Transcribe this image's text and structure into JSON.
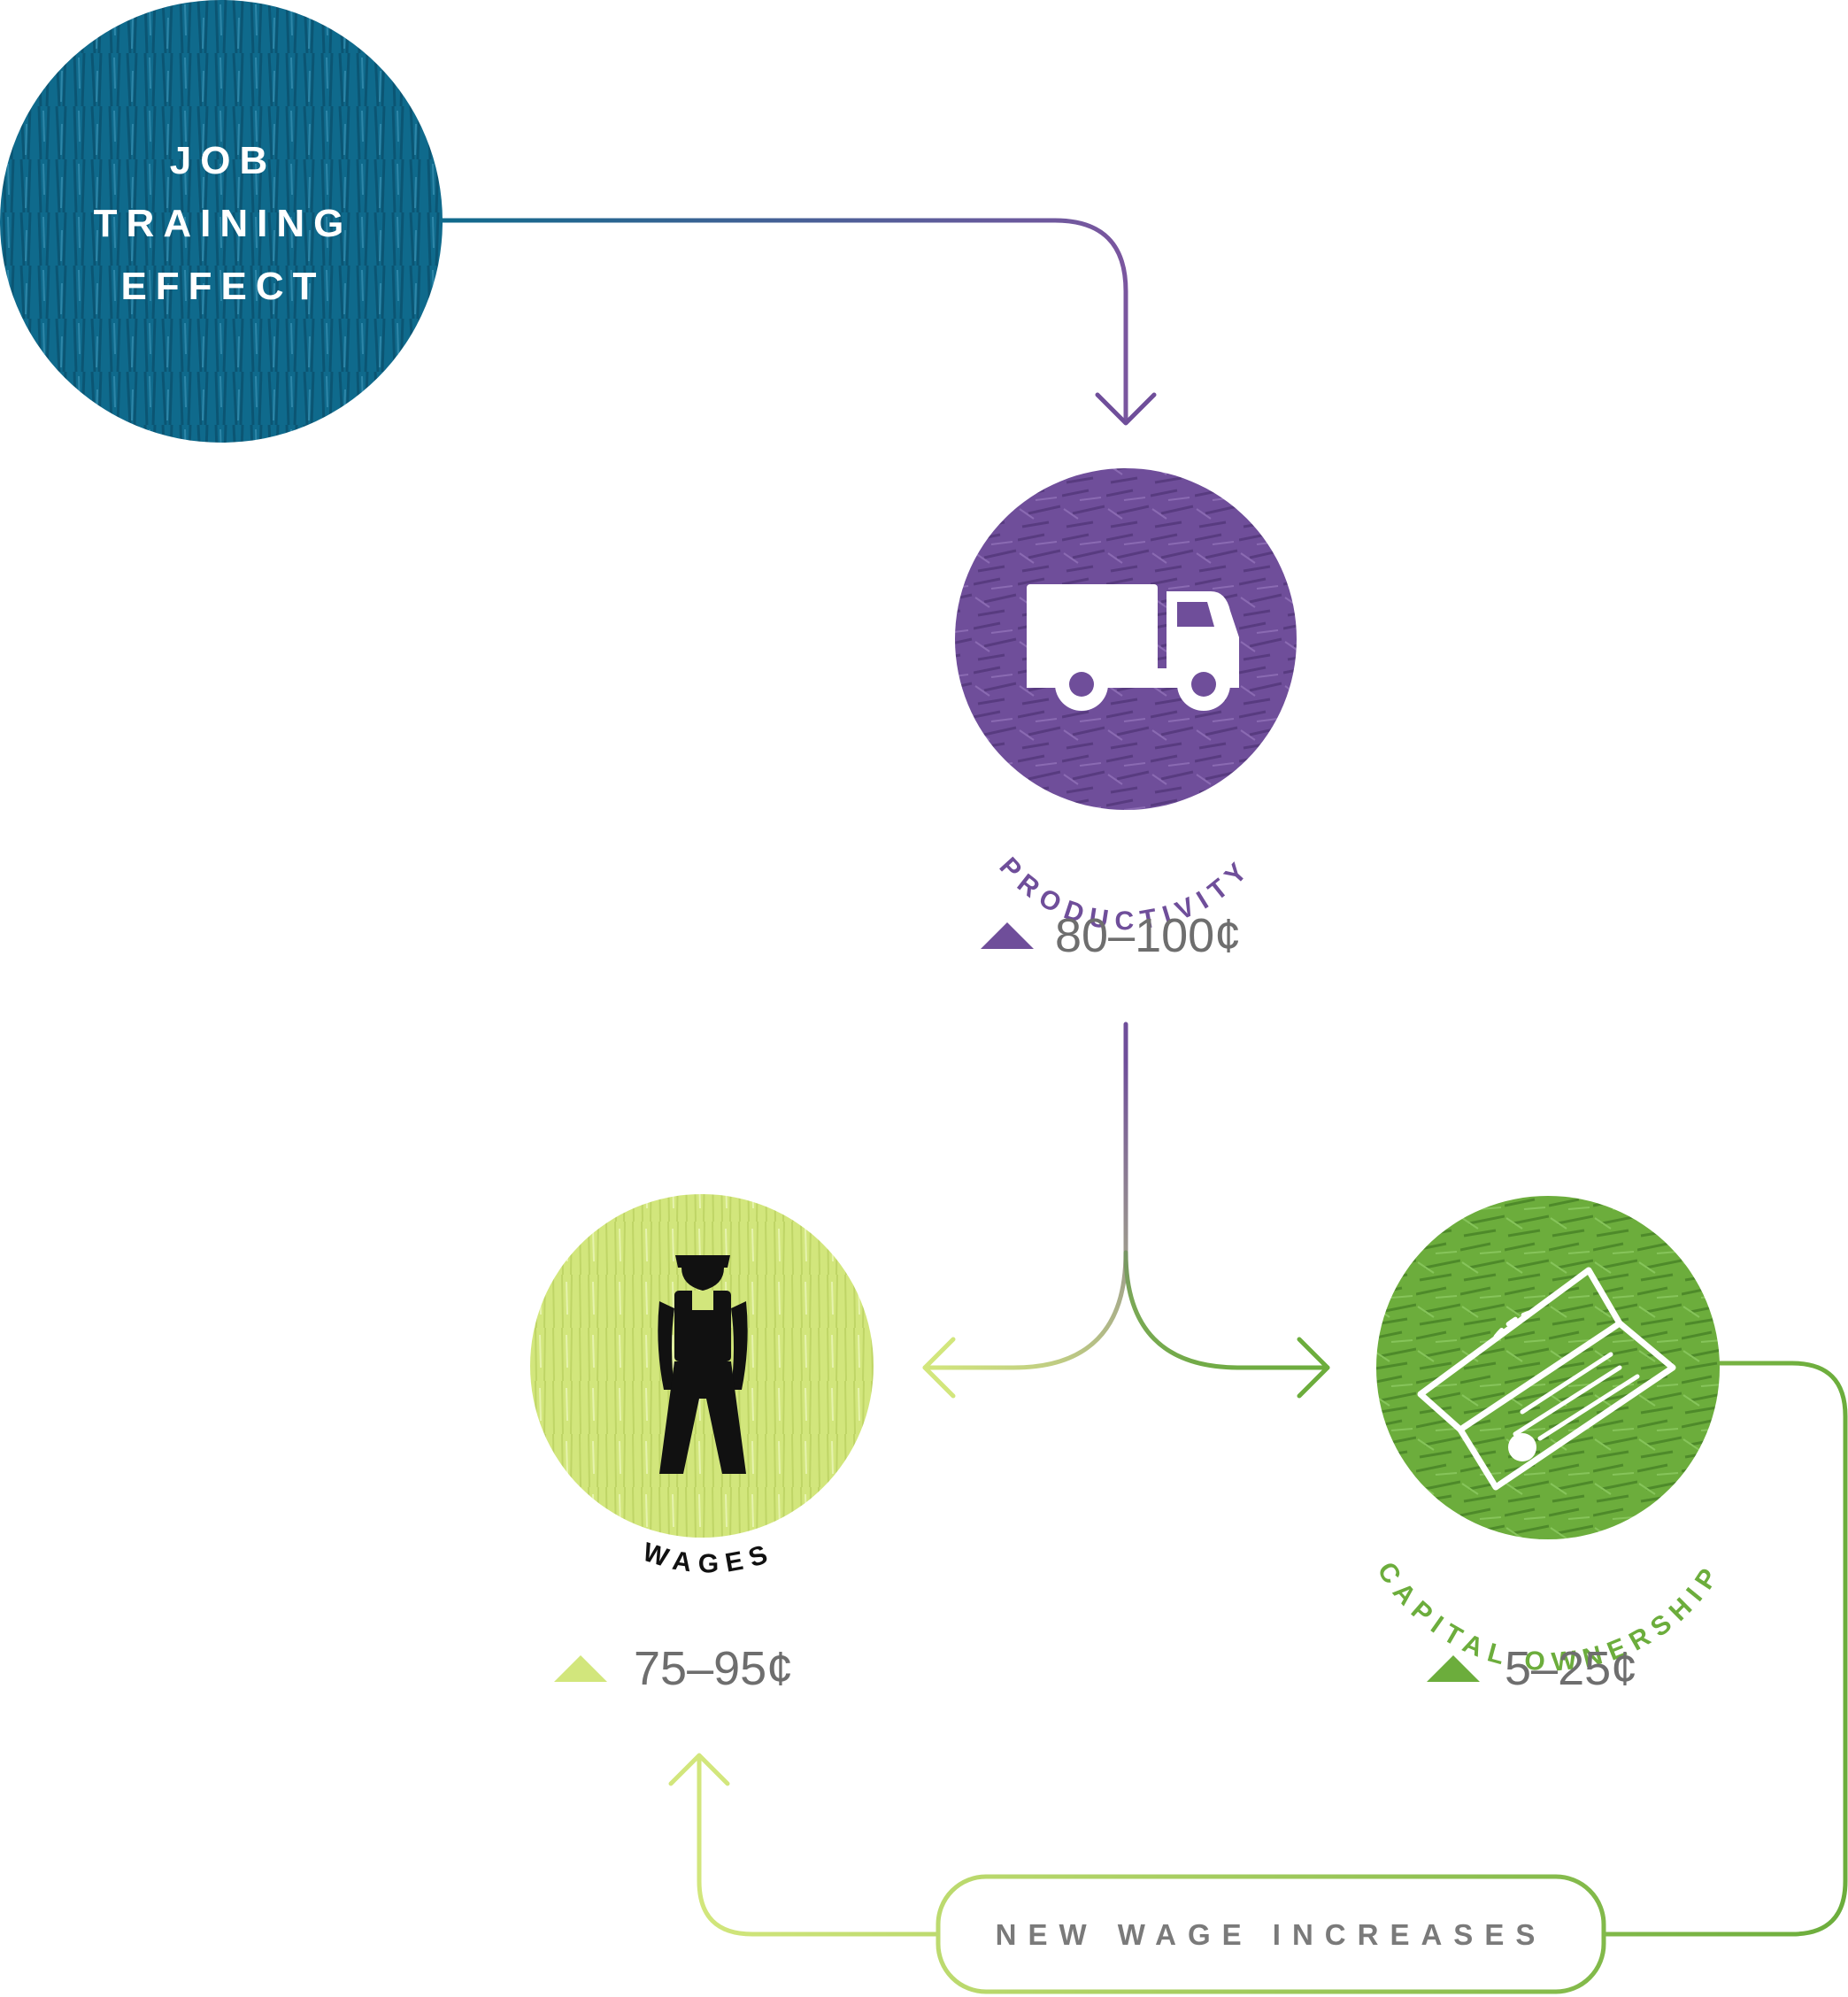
{
  "colors": {
    "teal": "#0f6a8c",
    "purple": "#6f4e9a",
    "light_green": "#d2e67c",
    "green": "#6cad3c",
    "value_gray": "#6e6e6e",
    "caption_gray": "#7a7a7a"
  },
  "nodes": {
    "job_training": {
      "line1": "JOB",
      "line2": "TRAINING",
      "line3": "EFFECT"
    },
    "productivity": {
      "label": "PRODUCTIVITY",
      "value": "80–100¢",
      "icon": "truck-icon"
    },
    "wages": {
      "label": "WAGES",
      "value": "75–95¢",
      "icon": "worker-icon"
    },
    "capital": {
      "label": "CAPITAL OWNERSHIP",
      "value": "5–25¢",
      "icon": "stock-certificate-icon"
    }
  },
  "feedback": {
    "label": "NEW WAGE INCREASES"
  }
}
